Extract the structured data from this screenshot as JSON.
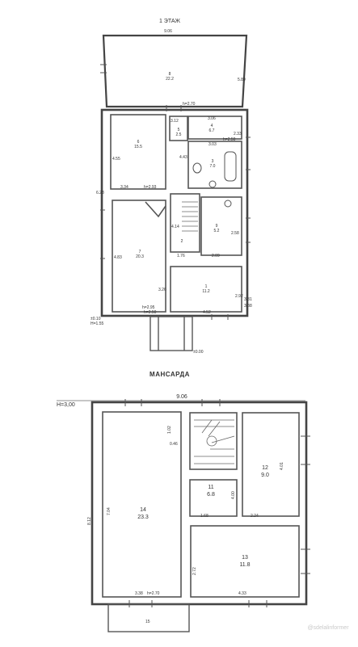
{
  "floor1": {
    "title": "1 ЭТАЖ",
    "top_width": "9.06",
    "rooms": [
      {
        "num": "8",
        "area": "22.2"
      },
      {
        "num": "6",
        "area": "15.5"
      },
      {
        "num": "5",
        "area": "2.5"
      },
      {
        "num": "4",
        "area": "6.7"
      },
      {
        "num": "3",
        "area": "7.0"
      },
      {
        "num": "7",
        "area": "20.3"
      },
      {
        "num": "9",
        "area": "5.2"
      },
      {
        "num": "2",
        "area": ""
      },
      {
        "num": "1",
        "area": "11.2"
      }
    ],
    "dims": [
      "5.89",
      "h=2.70",
      "3.06",
      "3.12",
      "2.33",
      "3.03",
      "h=2.50",
      "4.55",
      "4.43",
      "3.34",
      "h=2.93",
      "4.83",
      "4.14",
      "2.58",
      "1.76",
      "2.09",
      "2.92",
      "3.26",
      "4.52",
      "h=2.95",
      "3.31",
      "3.38",
      "±0.10",
      "±0.00",
      "H=1.55",
      "h=2.50",
      "6.28"
    ]
  },
  "mansard": {
    "title": "МАНСАРДА",
    "height_mark": "H=3,00",
    "top_width": "9.06",
    "rooms": [
      {
        "num": "14",
        "area": "23.3"
      },
      {
        "num": "12",
        "area": "9.0"
      },
      {
        "num": "11",
        "area": "6.8"
      },
      {
        "num": "13",
        "area": "11.8"
      }
    ],
    "dims": [
      "1.02",
      "0.46",
      "7.04",
      "8.12",
      "4.01",
      "4.00",
      "1.68",
      "2.24",
      "2.72",
      "3.38",
      "h=2.70",
      "4.33",
      "15"
    ]
  },
  "watermark": "@sdelalinformer"
}
